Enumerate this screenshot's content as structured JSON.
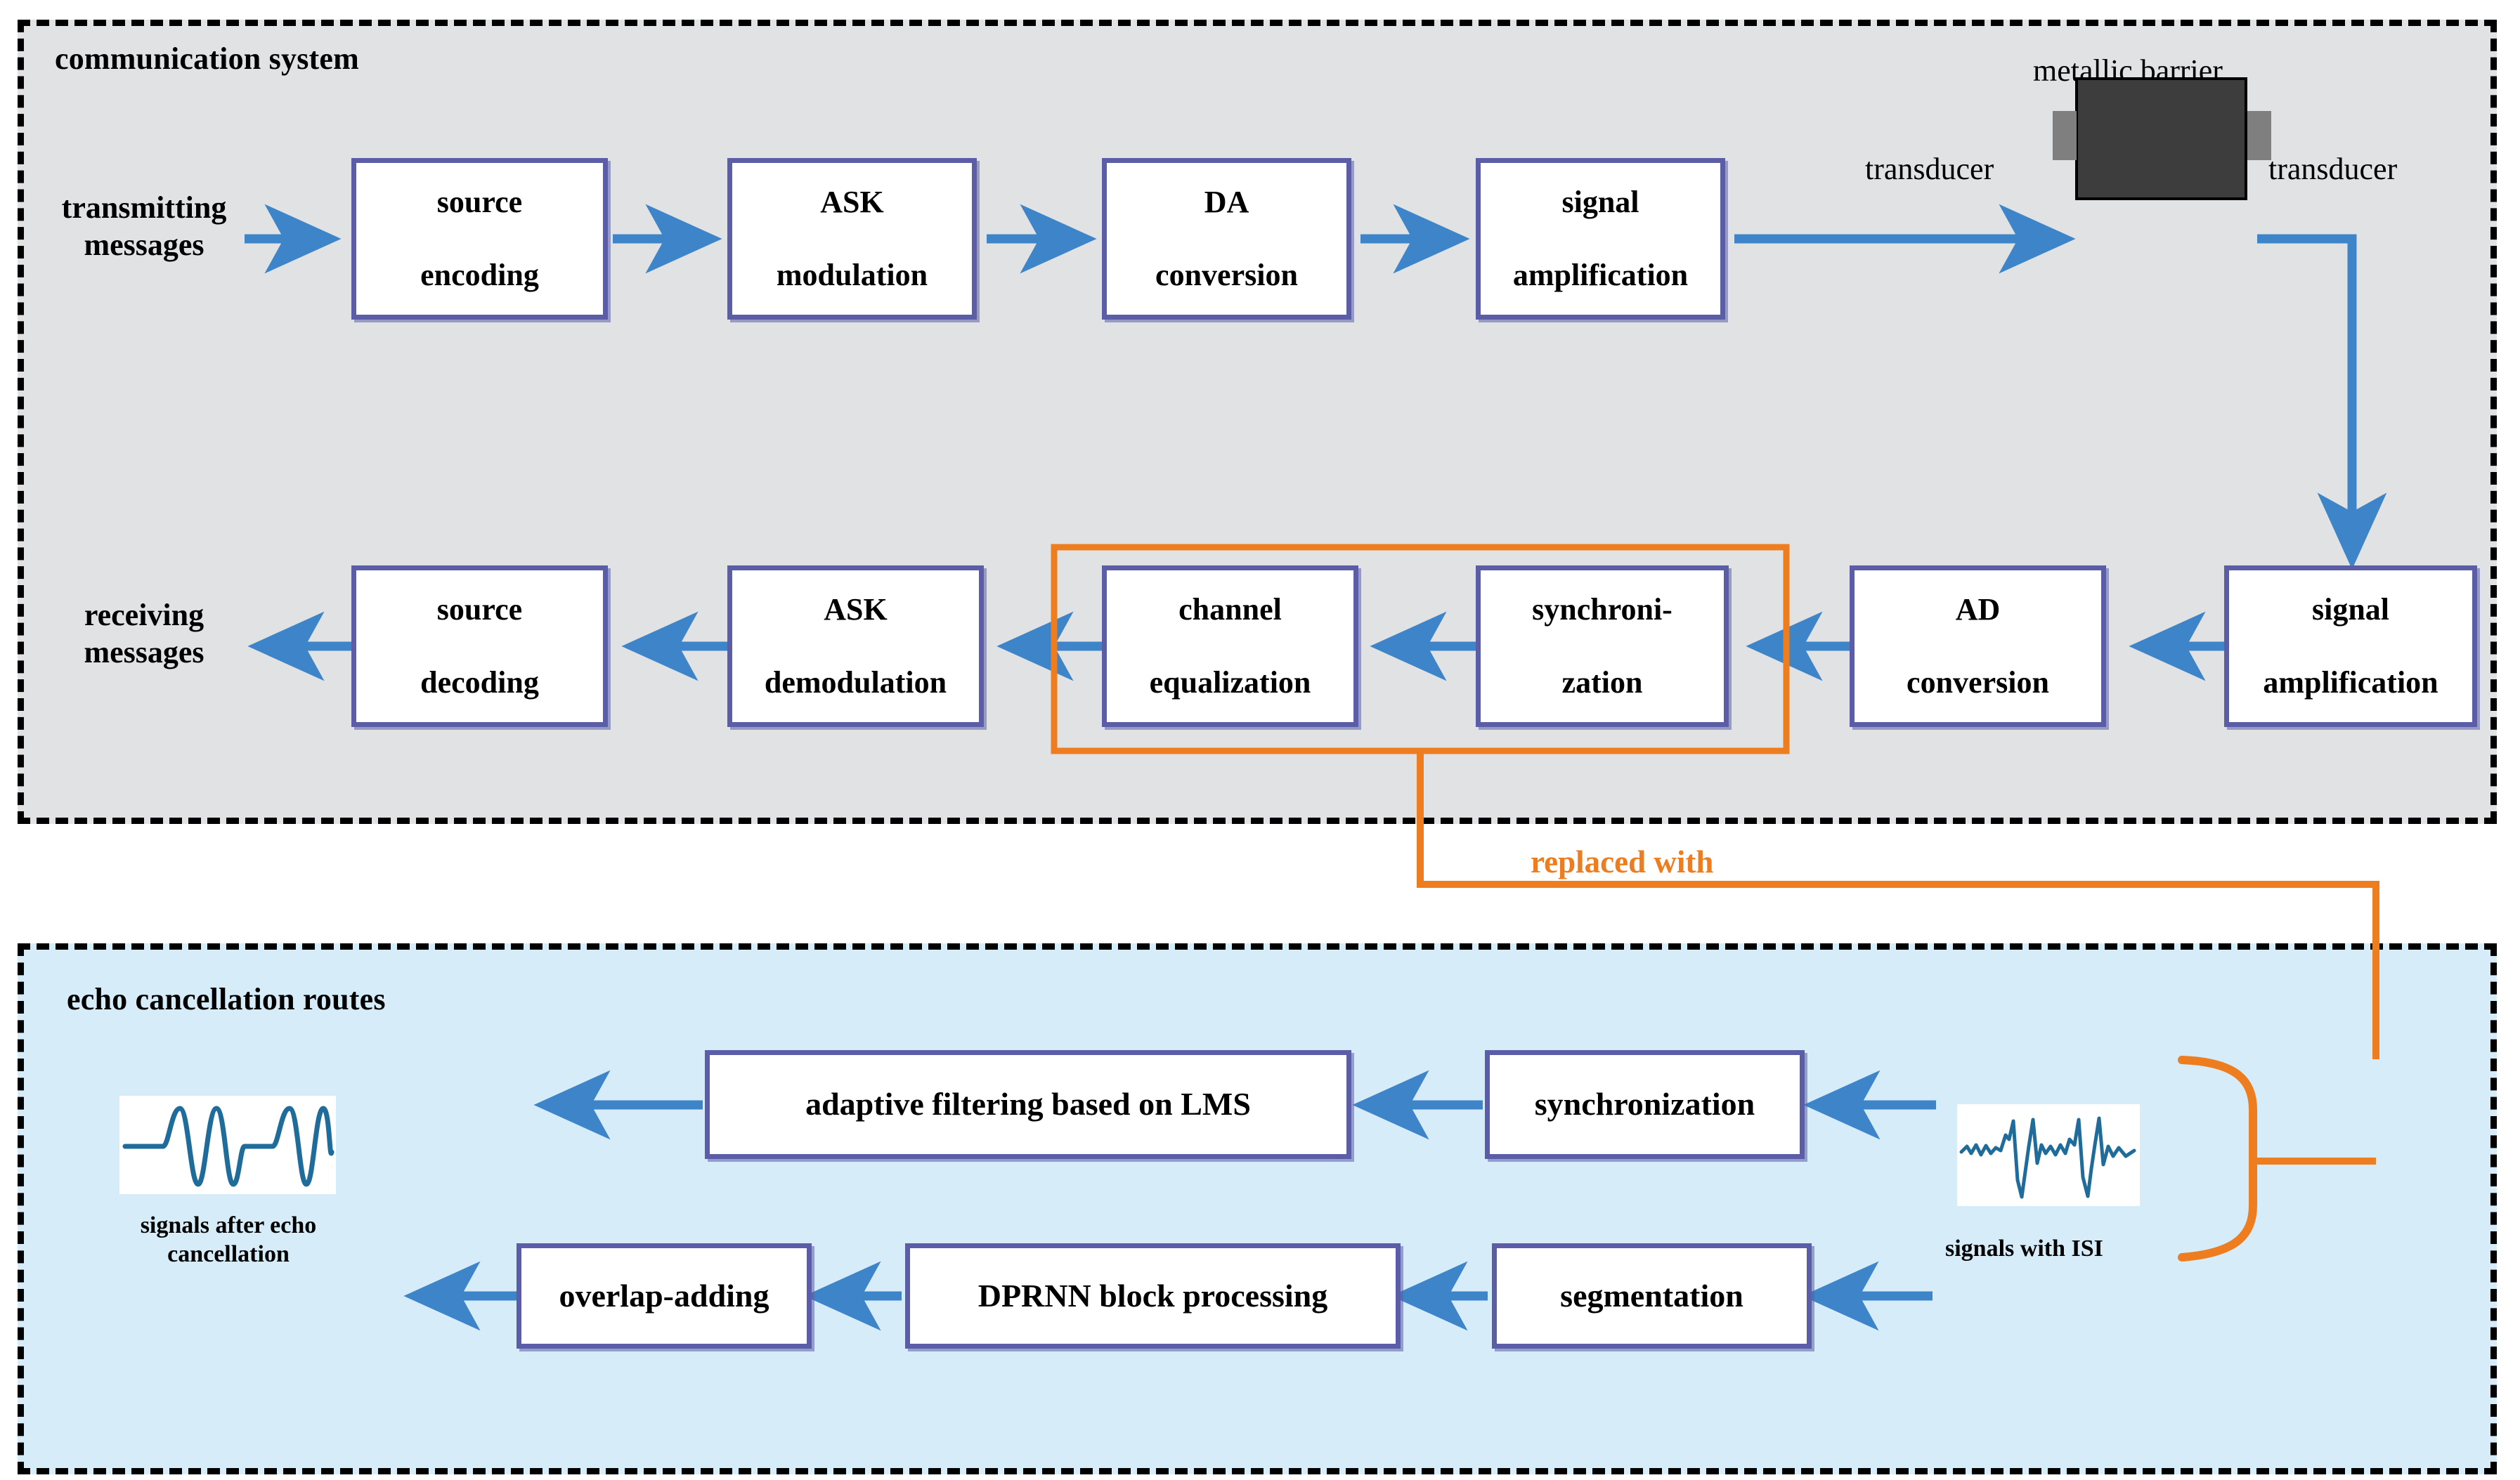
{
  "sections": {
    "communication": {
      "title": "communication system",
      "bg": "#e1e2e4"
    },
    "echo": {
      "title": "echo cancellation routes",
      "bg": "#d6ecf9"
    }
  },
  "colors": {
    "box_border": "#5b5ea6",
    "arrow": "#3d85c8",
    "highlight": "#ed7d1f",
    "panel_border": "#000000",
    "barrier": "#3d3d3d",
    "transducer_pad": "#7f7f7f",
    "waveform": "#1f6c9b"
  },
  "tx_chain": {
    "input_label": "transmitting\nmessages",
    "input_line1": "transmitting",
    "input_line2": "messages",
    "boxes": [
      {
        "id": "source-encoding",
        "line1": "source",
        "line2": "encoding"
      },
      {
        "id": "ask-modulation",
        "line1": "ASK",
        "line2": "modulation"
      },
      {
        "id": "da-conversion",
        "line1": "DA",
        "line2": "conversion"
      },
      {
        "id": "signal-amplification-tx",
        "line1": "signal",
        "line2": "amplification"
      }
    ]
  },
  "channel": {
    "barrier_label": "metallic barrier",
    "transducer_left": "transducer",
    "transducer_right": "transducer"
  },
  "rx_chain": {
    "output_line1": "receiving",
    "output_line2": "messages",
    "boxes": [
      {
        "id": "source-decoding",
        "line1": "source",
        "line2": "decoding"
      },
      {
        "id": "ask-demodulation",
        "line1": "ASK",
        "line2": "demodulation"
      },
      {
        "id": "channel-equalization",
        "line1": "channel",
        "line2": "equalization"
      },
      {
        "id": "synchronization-rx",
        "line1": "synchroni-",
        "line2": "zation"
      },
      {
        "id": "ad-conversion",
        "line1": "AD",
        "line2": "conversion"
      },
      {
        "id": "signal-amplification-rx",
        "line1": "signal",
        "line2": "amplification"
      }
    ]
  },
  "replacement": {
    "label": "replaced with"
  },
  "echo_routes": {
    "row_top": [
      {
        "id": "adaptive-filtering-lms",
        "label": "adaptive filtering based on LMS"
      },
      {
        "id": "synchronization-echo",
        "label": "synchronization"
      }
    ],
    "row_bottom": [
      {
        "id": "overlap-adding",
        "label": "overlap-adding"
      },
      {
        "id": "dprnn-block-processing",
        "label": "DPRNN  block processing"
      },
      {
        "id": "segmentation",
        "label": "segmentation"
      }
    ],
    "output_caption_line1": "signals after echo",
    "output_caption_line2": "cancellation",
    "input_caption": "signals with ISI"
  }
}
